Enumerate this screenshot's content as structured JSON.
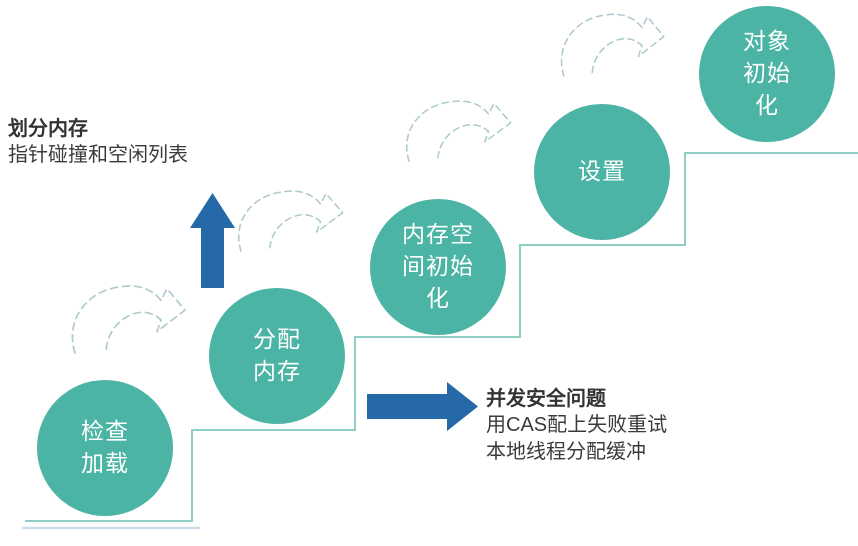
{
  "diagram": {
    "steps": [
      {
        "label": "检查\n加载"
      },
      {
        "label": "分配\n内存"
      },
      {
        "label": "内存空\n间初始\n化"
      },
      {
        "label": "设置"
      },
      {
        "label": "对象\n初始\n化"
      }
    ],
    "annotations": {
      "left": {
        "title": "划分内存",
        "lines": [
          "指针碰撞和空闲列表"
        ]
      },
      "right": {
        "title": "并发安全问题",
        "lines": [
          "用CAS配上失败重试",
          "本地线程分配缓冲"
        ]
      }
    },
    "icons": {
      "dashed_curved_arrow": "dashed-curved-arrow",
      "up_arrow": "up-arrow",
      "right_arrow": "right-arrow",
      "staircase_line": "staircase-step-line"
    },
    "colors": {
      "circle_fill": "#4BB4A4",
      "circle_text": "#FFFFFF",
      "step_line": "#8FCEC2",
      "arrow_blue": "#2569A9",
      "dashed_arrow": "#AECACD",
      "text": "#3B3B3B",
      "bottom_accent_line": "#C3D8E9"
    }
  }
}
